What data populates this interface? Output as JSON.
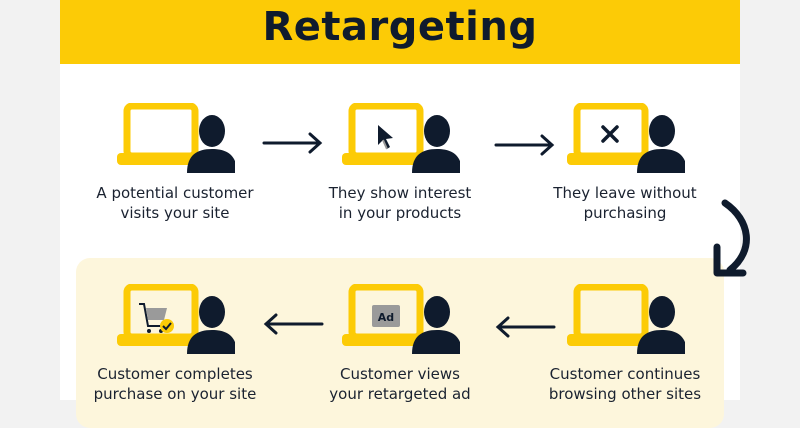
{
  "title": "Retargeting",
  "colors": {
    "accent": "#fccb06",
    "dark": "#0f1b2d",
    "panel": "#fdf6dc",
    "gray": "#9a9a9a"
  },
  "steps": [
    {
      "icon": "laptop-user-icon",
      "screen": "blank",
      "line1": "A potential customer",
      "line2": "visits your site"
    },
    {
      "icon": "laptop-user-icon",
      "screen": "cursor",
      "line1": "They show interest",
      "line2": "in your products"
    },
    {
      "icon": "laptop-user-icon",
      "screen": "x-mark",
      "line1": "They leave without",
      "line2": "purchasing"
    },
    {
      "icon": "laptop-user-icon",
      "screen": "blank",
      "line1": "Customer continues",
      "line2": "browsing other sites"
    },
    {
      "icon": "laptop-user-icon",
      "screen": "ad",
      "ad_text": "Ad",
      "line1": "Customer views",
      "line2": "your retargeted ad"
    },
    {
      "icon": "laptop-user-icon",
      "screen": "cart-check",
      "line1": "Customer completes",
      "line2": "purchase on your site"
    }
  ]
}
